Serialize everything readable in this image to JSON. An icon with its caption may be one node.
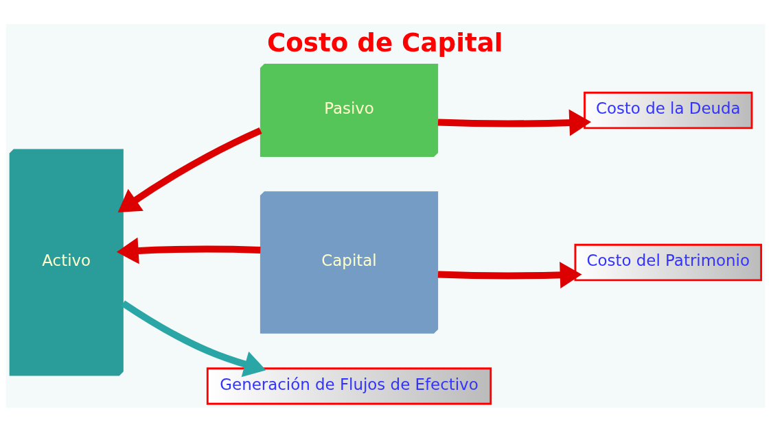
{
  "diagram": {
    "title": "Costo de Capital",
    "nodes": [
      {
        "text": [
          "Activo"
        ]
      },
      {
        "text": [
          "Pasivo"
        ]
      },
      {
        "text": [
          "Capital"
        ]
      },
      {
        "text": [
          "Costo de la Deuda"
        ]
      },
      {
        "text": [
          "Costo del Patrimonio"
        ]
      },
      {
        "text": [
          "Generación de Flujos de Efectivo"
        ]
      }
    ],
    "edges": [
      {
        "from": 1,
        "to": 0,
        "arrow": "to"
      },
      {
        "from": 2,
        "to": 0,
        "arrow": "to"
      },
      {
        "from": 1,
        "to": 3,
        "arrow": "to"
      },
      {
        "from": 2,
        "to": 4,
        "arrow": "to"
      },
      {
        "from": 0,
        "to": 5,
        "arrow": "to",
        "color": "#2aa6a6"
      }
    ]
  }
}
